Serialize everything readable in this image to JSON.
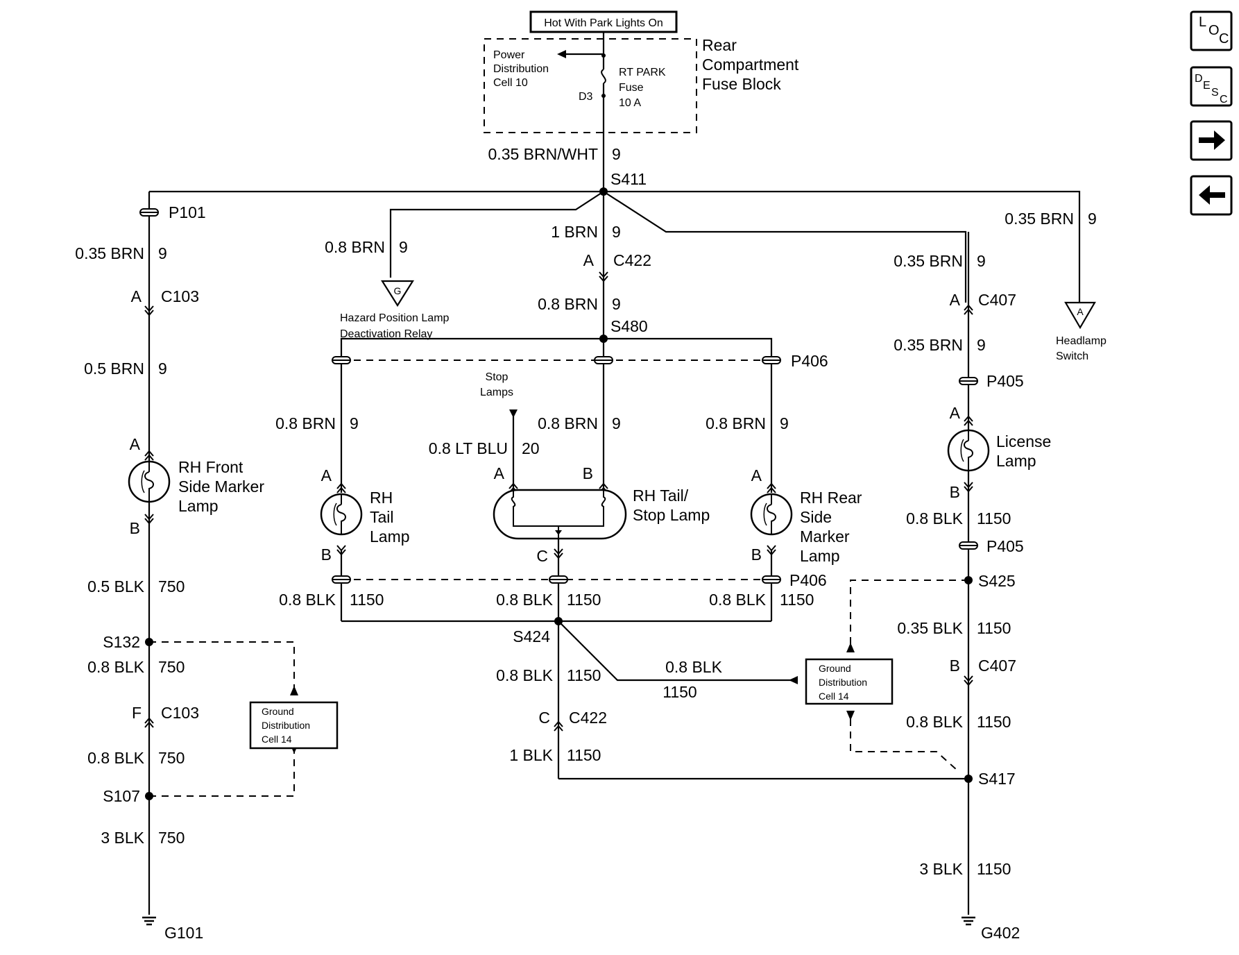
{
  "header": {
    "hot_label": "Hot With Park Lights On"
  },
  "fuse_block": {
    "name_l1": "Rear",
    "name_l2": "Compartment",
    "name_l3": "Fuse Block",
    "power_l1": "Power",
    "power_l2": "Distribution",
    "power_l3": "Cell 10",
    "fuse_l1": "RT PARK",
    "fuse_l2": "Fuse",
    "fuse_l3": "10 A",
    "cavity": "D3"
  },
  "nav": {
    "loc_l": "L",
    "loc_o": "O",
    "loc_c": "C",
    "desc_d": "D",
    "desc_e": "E",
    "desc_s": "S",
    "desc_c": "C"
  },
  "wires": {
    "main": "0.35 BRN/WHT",
    "main_ckt": "9",
    "left_top": "0.35 BRN",
    "left_top_ckt": "9",
    "left_mid": "0.5 BRN",
    "left_mid_ckt": "9",
    "left_gnd1": "0.5 BLK",
    "left_gnd1_ckt": "750",
    "left_gnd2": "0.8 BLK",
    "left_gnd2_ckt": "750",
    "left_gnd3": "0.8 BLK",
    "left_gnd3_ckt": "750",
    "left_gnd4": "3 BLK",
    "left_gnd4_ckt": "750",
    "relay": "0.8 BRN",
    "relay_ckt": "9",
    "center_top": "1 BRN",
    "center_top_ckt": "9",
    "center_mid": "0.8 BRN",
    "center_mid_ckt": "9",
    "tail_feed": "0.8 BRN",
    "tail_feed_ckt": "9",
    "stop_feed": "0.8 BRN",
    "stop_feed_ckt": "9",
    "rear_side_feed": "0.8 BRN",
    "rear_side_feed_ckt": "9",
    "stop_wire": "0.8 LT BLU",
    "stop_wire_ckt": "20",
    "tail_gnd": "0.8 BLK",
    "tail_gnd_ckt": "1150",
    "stop_gnd": "0.8 BLK",
    "stop_gnd_ckt": "1150",
    "rear_side_gnd": "0.8 BLK",
    "rear_side_gnd_ckt": "1150",
    "s424_down": "0.8 BLK",
    "s424_down_ckt": "1150",
    "s424_right": "0.8 BLK",
    "s424_right_ckt": "1150",
    "c422_down": "1 BLK",
    "c422_down_ckt": "1150",
    "lic_top1": "0.35 BRN",
    "lic_top1_ckt": "9",
    "lic_top2": "0.35 BRN",
    "lic_top2_ckt": "9",
    "lic_gnd1": "0.8 BLK",
    "lic_gnd1_ckt": "1150",
    "lic_gnd2": "0.35 BLK",
    "lic_gnd2_ckt": "1150",
    "lic_gnd3": "0.8 BLK",
    "lic_gnd3_ckt": "1150",
    "lic_gnd4": "3 BLK",
    "lic_gnd4_ckt": "1150",
    "headlamp": "0.35 BRN",
    "headlamp_ckt": "9"
  },
  "nodes": {
    "s411": "S411",
    "s480": "S480",
    "s424": "S424",
    "s425": "S425",
    "s417": "S417",
    "s132": "S132",
    "s107": "S107",
    "p101": "P101",
    "p406_top": "P406",
    "p406_bot": "P406",
    "p405_top": "P405",
    "p405_bot": "P405",
    "c103_top": "C103",
    "c103_bot": "C103",
    "c422_top": "C422",
    "c422_bot": "C422",
    "c407_top": "C407",
    "c407_bot": "C407",
    "g101": "G101",
    "g402": "G402"
  },
  "pins": {
    "c103_top": "A",
    "c103_bot": "F",
    "c422_top": "A",
    "c422_bot": "C",
    "c407_top": "A",
    "c407_bot": "B",
    "front_a": "A",
    "front_b": "B",
    "tail_a": "A",
    "tail_b": "B",
    "stop_a": "A",
    "stop_b": "B",
    "stop_c": "C",
    "rear_a": "A",
    "rear_b": "B",
    "lic_a": "A",
    "lic_b": "B",
    "relay_g": "G",
    "headlamp_a": "A"
  },
  "components": {
    "front_l1": "RH Front",
    "front_l2": "Side Marker",
    "front_l3": "Lamp",
    "tail_l1": "RH",
    "tail_l2": "Tail",
    "tail_l3": "Lamp",
    "stop_l1": "RH Tail/",
    "stop_l2": "Stop Lamp",
    "rear_l1": "RH Rear",
    "rear_l2": "Side",
    "rear_l3": "Marker",
    "rear_l4": "Lamp",
    "lic_l1": "License",
    "lic_l2": "Lamp",
    "relay_l1": "Hazard Position Lamp",
    "relay_l2": "Deactivation Relay",
    "headlamp_l1": "Headlamp",
    "headlamp_l2": "Switch",
    "stop_lamps_l1": "Stop",
    "stop_lamps_l2": "Lamps",
    "gnd_left_l1": "Ground",
    "gnd_left_l2": "Distribution",
    "gnd_left_l3": "Cell 14",
    "gnd_right_l1": "Ground",
    "gnd_right_l2": "Distribution",
    "gnd_right_l3": "Cell 14"
  }
}
